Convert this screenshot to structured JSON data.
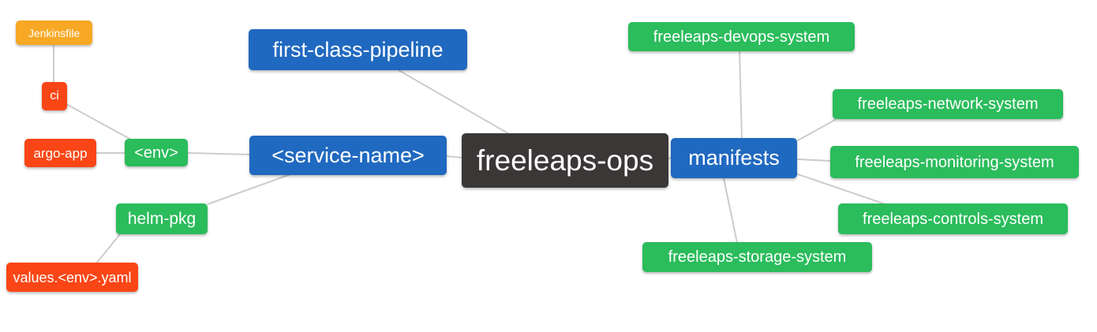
{
  "diagram": {
    "title": "freeleaps-ops mind map",
    "nodes": {
      "ops": {
        "label": "freeleaps-ops",
        "color": "#3b3737"
      },
      "pipeline": {
        "label": "first-class-pipeline",
        "color": "#2069c0"
      },
      "service": {
        "label": "<service-name>",
        "color": "#2069c0"
      },
      "manifests": {
        "label": "manifests",
        "color": "#2069c0"
      },
      "env": {
        "label": "<env>",
        "color": "#2bbc5c"
      },
      "helm_pkg": {
        "label": "helm-pkg",
        "color": "#2bbc5c"
      },
      "ci": {
        "label": "ci",
        "color": "#fa4616"
      },
      "argo_app": {
        "label": "argo-app",
        "color": "#fa4616"
      },
      "values_yaml": {
        "label": "values.<env>.yaml",
        "color": "#fa4616"
      },
      "jenkinsfile": {
        "label": "Jenkinsfile",
        "color": "#f7a824"
      },
      "devops": {
        "label": "freeleaps-devops-system",
        "color": "#2bbc5c"
      },
      "network": {
        "label": "freeleaps-network-system",
        "color": "#2bbc5c"
      },
      "monitoring": {
        "label": "freeleaps-monitoring-system",
        "color": "#2bbc5c"
      },
      "controls": {
        "label": "freeleaps-controls-system",
        "color": "#2bbc5c"
      },
      "storage": {
        "label": "freeleaps-storage-system",
        "color": "#2bbc5c"
      }
    },
    "edges": [
      {
        "from": "jenkinsfile",
        "to": "ci"
      },
      {
        "from": "ci",
        "to": "env"
      },
      {
        "from": "argo_app",
        "to": "env"
      },
      {
        "from": "env",
        "to": "service"
      },
      {
        "from": "helm_pkg",
        "to": "service"
      },
      {
        "from": "values_yaml",
        "to": "helm_pkg"
      },
      {
        "from": "pipeline",
        "to": "ops"
      },
      {
        "from": "service",
        "to": "ops"
      },
      {
        "from": "ops",
        "to": "manifests"
      },
      {
        "from": "manifests",
        "to": "devops"
      },
      {
        "from": "manifests",
        "to": "network"
      },
      {
        "from": "manifests",
        "to": "monitoring"
      },
      {
        "from": "manifests",
        "to": "controls"
      },
      {
        "from": "manifests",
        "to": "storage"
      }
    ],
    "colors": {
      "branch_blue": "#2069c0",
      "leaf_green": "#2bbc5c",
      "leaf_red": "#fa4616",
      "leaf_orange": "#f7a824",
      "root_dark": "#3b3737",
      "edge_gray": "#cccccc",
      "text": "#ffffff",
      "background": "#ffffff"
    }
  }
}
